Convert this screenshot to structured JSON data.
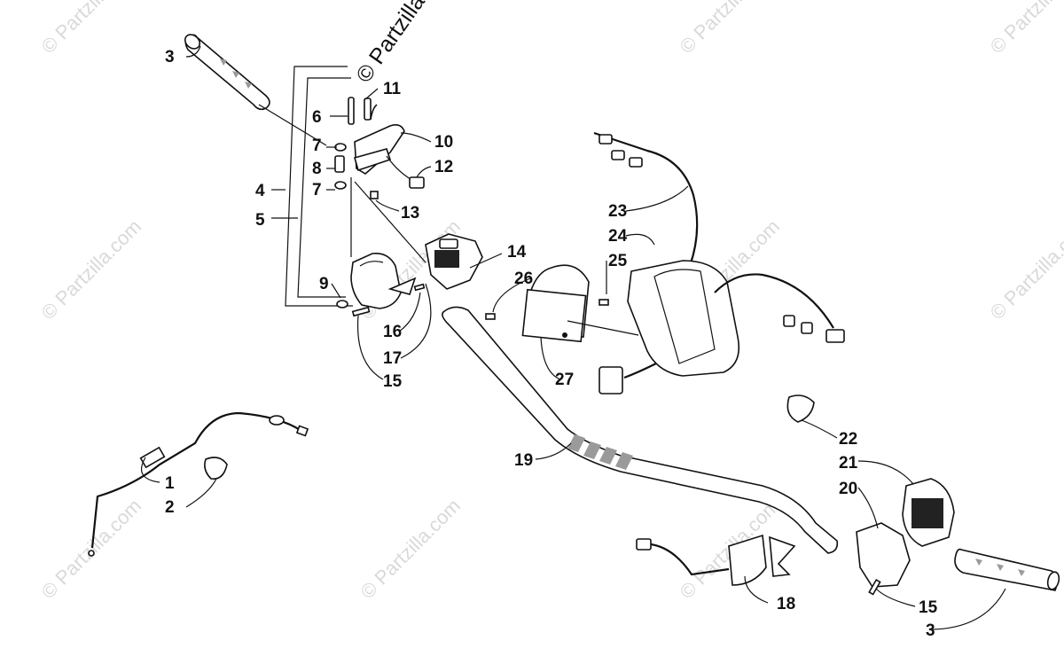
{
  "watermark": {
    "text": "© Partzilla.com"
  },
  "copyright_text": "© Partzilla.com",
  "callouts": [
    {
      "id": "c3a",
      "label": "3"
    },
    {
      "id": "c11",
      "label": "11"
    },
    {
      "id": "c6",
      "label": "6"
    },
    {
      "id": "c7a",
      "label": "7"
    },
    {
      "id": "c10",
      "label": "10"
    },
    {
      "id": "c8",
      "label": "8"
    },
    {
      "id": "c12",
      "label": "12"
    },
    {
      "id": "c7b",
      "label": "7"
    },
    {
      "id": "c4",
      "label": "4"
    },
    {
      "id": "c13",
      "label": "13"
    },
    {
      "id": "c5",
      "label": "5"
    },
    {
      "id": "c23",
      "label": "23"
    },
    {
      "id": "c24",
      "label": "24"
    },
    {
      "id": "c14",
      "label": "14"
    },
    {
      "id": "c25",
      "label": "25"
    },
    {
      "id": "c26",
      "label": "26"
    },
    {
      "id": "c9",
      "label": "9"
    },
    {
      "id": "c16",
      "label": "16"
    },
    {
      "id": "c17",
      "label": "17"
    },
    {
      "id": "c15a",
      "label": "15"
    },
    {
      "id": "c27",
      "label": "27"
    },
    {
      "id": "c22",
      "label": "22"
    },
    {
      "id": "c21",
      "label": "21"
    },
    {
      "id": "c19",
      "label": "19"
    },
    {
      "id": "c20",
      "label": "20"
    },
    {
      "id": "c1",
      "label": "1"
    },
    {
      "id": "c2",
      "label": "2"
    },
    {
      "id": "c18",
      "label": "18"
    },
    {
      "id": "c15b",
      "label": "15"
    },
    {
      "id": "c3b",
      "label": "3"
    }
  ]
}
